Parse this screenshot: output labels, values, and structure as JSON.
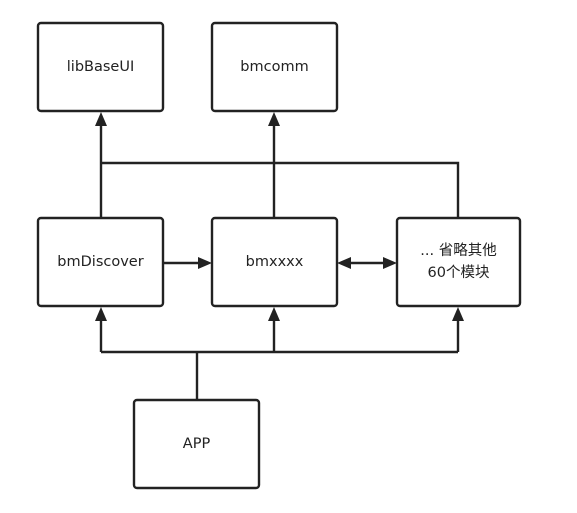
{
  "nodes": {
    "libbaseui": {
      "label": "libBaseUI"
    },
    "bmcomm": {
      "label": "bmcomm"
    },
    "bmdiscover": {
      "label": "bmDiscover"
    },
    "bmxxxx": {
      "label": "bmxxxx"
    },
    "others": {
      "line1": "... 省略其他",
      "line2": "60个模块"
    },
    "app": {
      "label": "APP"
    }
  },
  "colors": {
    "stroke": "#222222",
    "background": "#ffffff"
  }
}
